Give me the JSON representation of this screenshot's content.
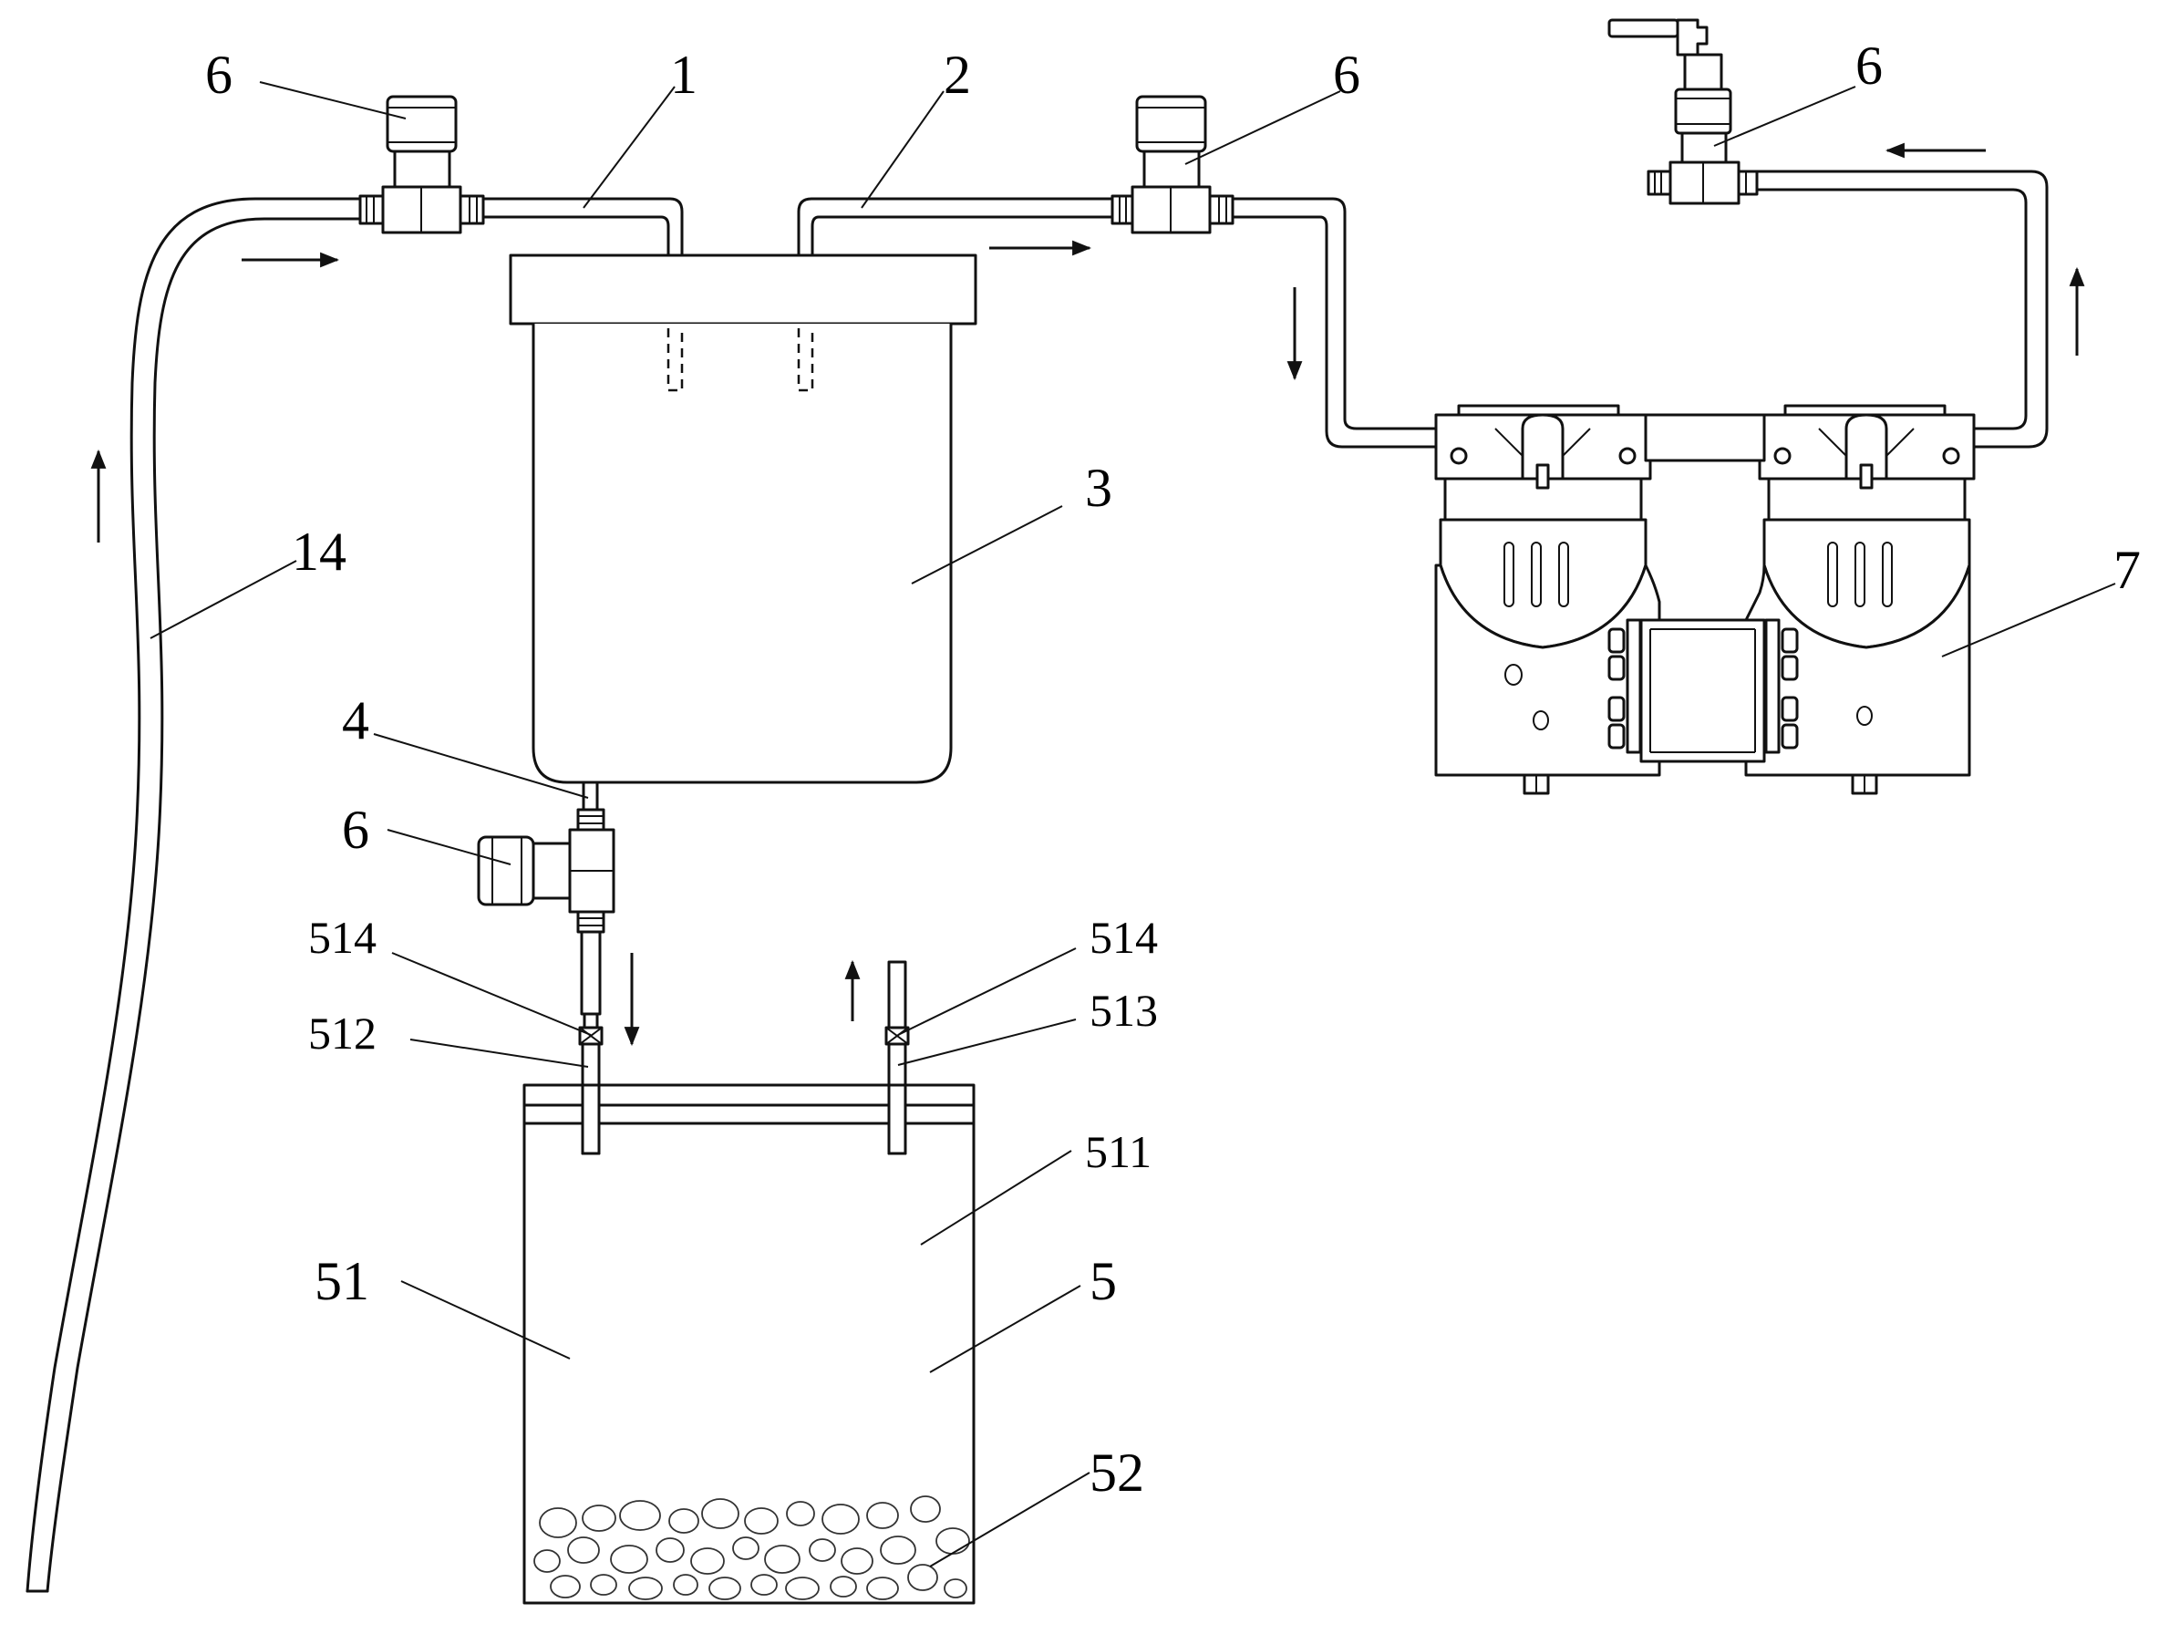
{
  "labels": {
    "l1": "1",
    "l2": "2",
    "l3": "3",
    "l4": "4",
    "l5": "5",
    "l6a": "6",
    "l6b": "6",
    "l6c": "6",
    "l6d": "6",
    "l7": "7",
    "l14": "14",
    "l51": "51",
    "l52": "52",
    "l511": "511",
    "l512": "512",
    "l513": "513",
    "l514a": "514",
    "l514b": "514"
  },
  "colors": {
    "line": "#111111",
    "background": "#ffffff"
  }
}
